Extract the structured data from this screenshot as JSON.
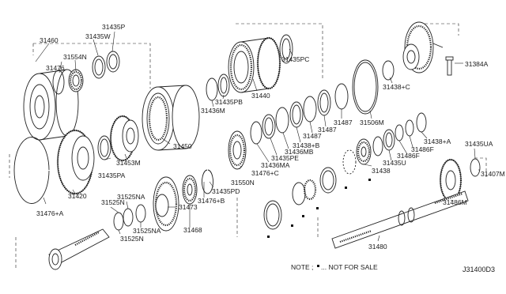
{
  "diagram": {
    "labels": {
      "p31460": "31460",
      "p31435W": "31435W",
      "p31435P": "31435P",
      "p31554N": "31554N",
      "p31476": "31476",
      "p31440": "31440",
      "p31435PC": "31435PC",
      "p31384A": "31384A",
      "p31438C": "31438+C",
      "p31435PB": "31435PB",
      "p31436M": "31436M",
      "p31506M": "31506M",
      "p31487a": "31487",
      "p31487b": "31487",
      "p31487c": "31487",
      "p31438B": "31438+B",
      "p31436MB": "31436MB",
      "p31435PE": "31435PE",
      "p31436MA": "31436MA",
      "p31453M": "31453M",
      "p31450": "31450",
      "p31438A": "31438+A",
      "p31486Fa": "31486F",
      "p31486Fb": "31486F",
      "p31435U": "31435U",
      "p31435UA": "31435UA",
      "p31407M": "31407M",
      "p31438": "31438",
      "p31476C": "31476+C",
      "p31550N": "31550N",
      "p31435PA": "31435PA",
      "p31420": "31420",
      "p31476A": "31476+A",
      "p31525NA_top": "31525NA",
      "p31525N_top": "31525N",
      "p31525NA_bot": "31525NA",
      "p31525N_bot": "31525N",
      "p31473": "31473",
      "p31476B": "31476+B",
      "p31435PD": "31435PD",
      "p31468": "31468",
      "p31480": "31480",
      "p31486M": "31486M"
    },
    "note": {
      "prefix": "NOTE ;",
      "text": "... NOT FOR SALE"
    },
    "diagram_code": "J31400D3"
  }
}
